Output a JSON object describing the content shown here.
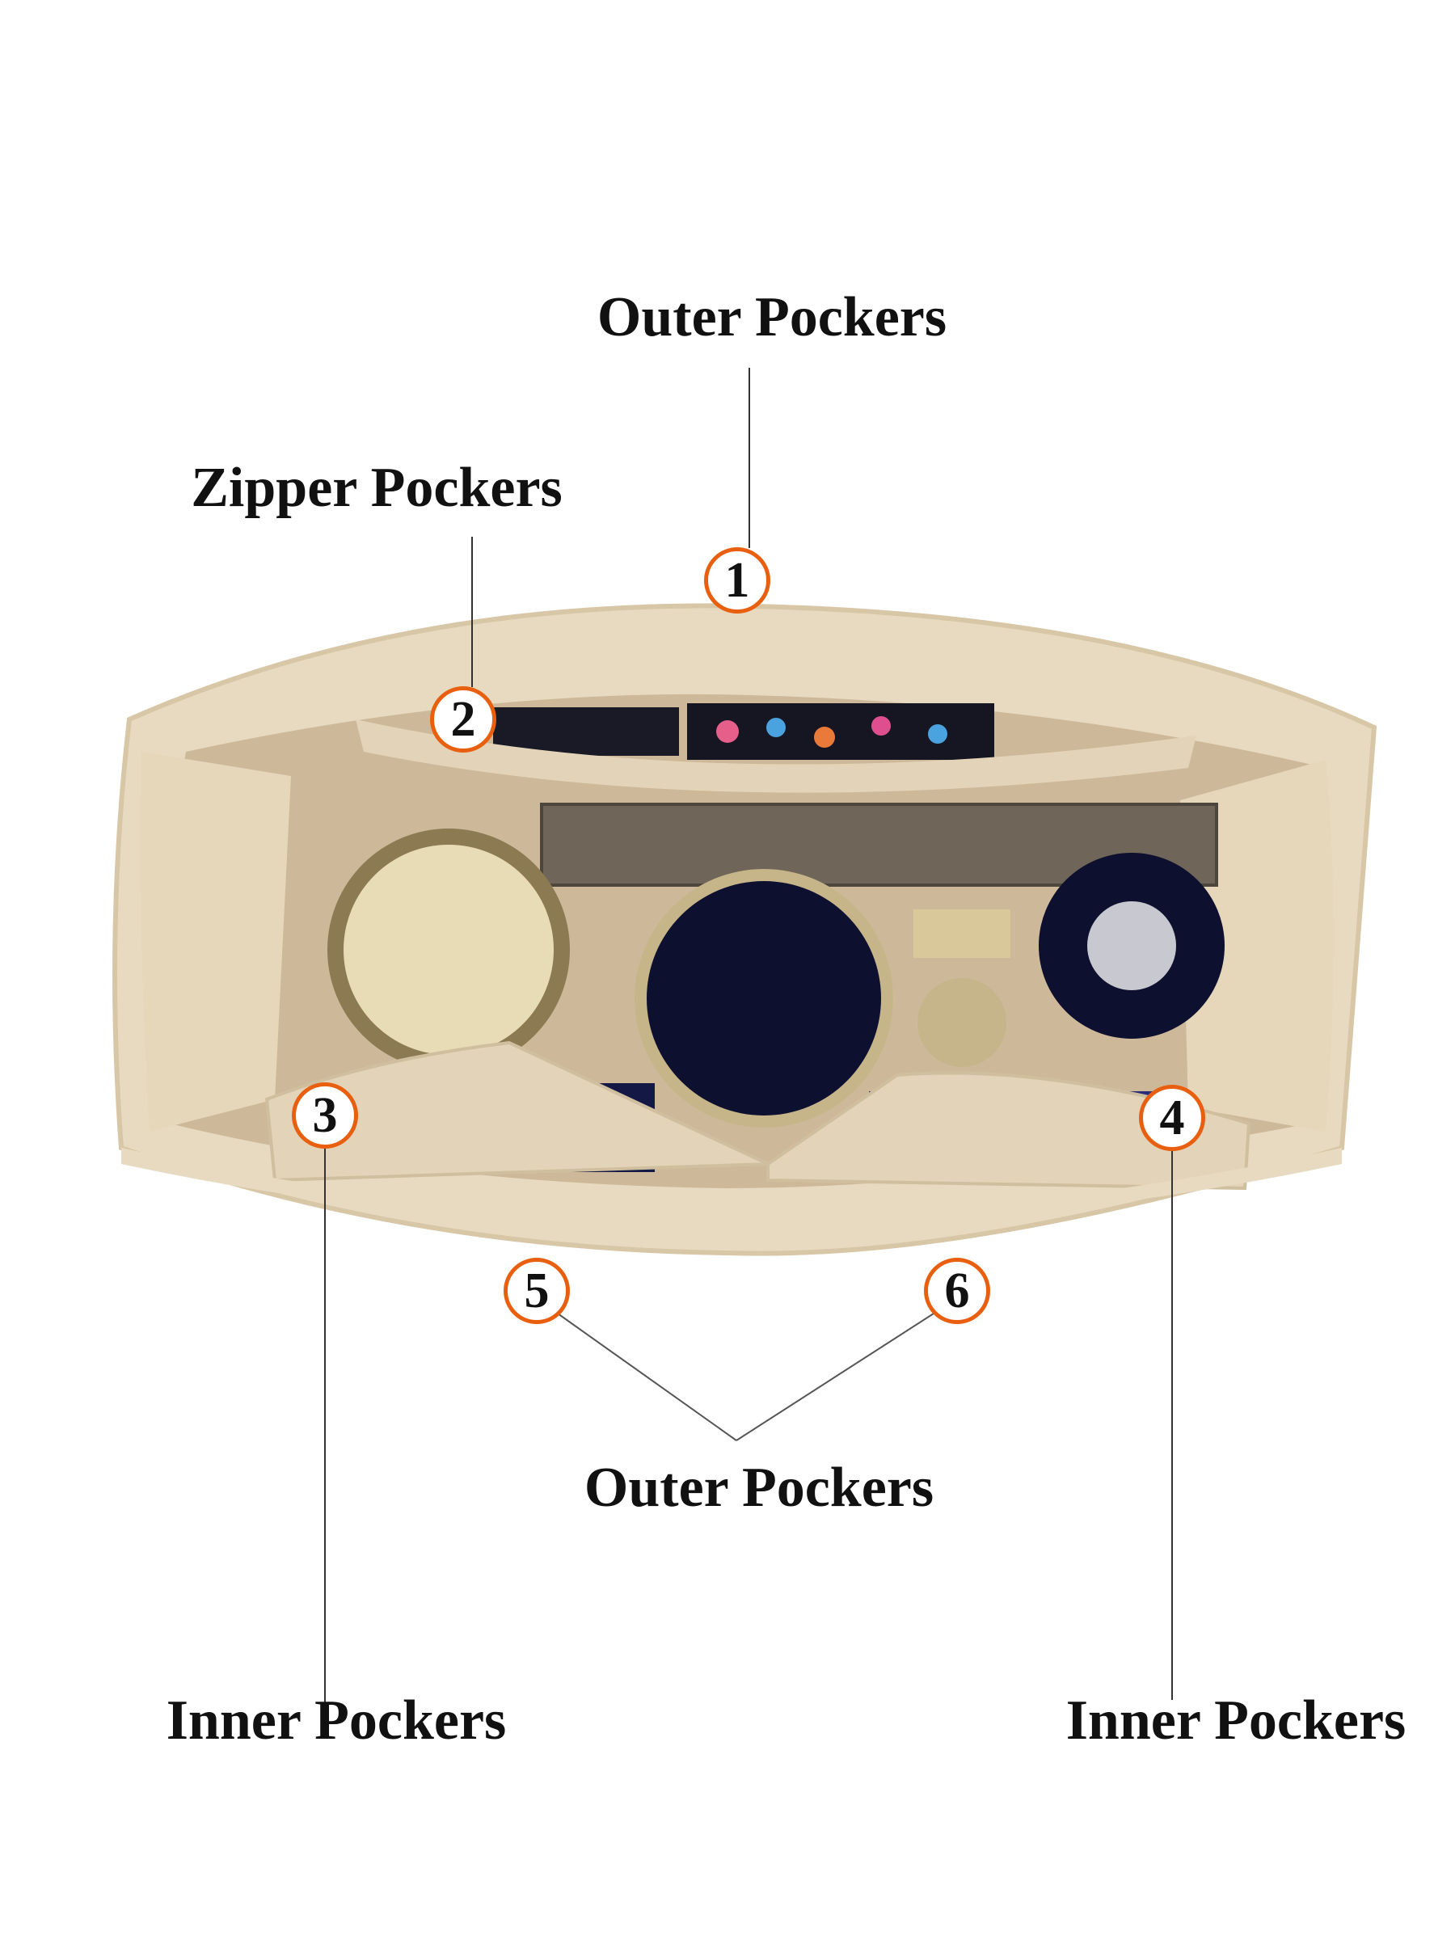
{
  "labels": {
    "outer_top": "Outer Pockers",
    "zipper": "Zipper Pockers",
    "outer_bottom": "Outer Pockers",
    "inner_left": "Inner Pockers",
    "inner_right": "Inner Pockers"
  },
  "badges": [
    "1",
    "2",
    "3",
    "4",
    "5",
    "6"
  ],
  "colors": {
    "accent": "#E8600F",
    "felt": "#E3D3B8",
    "felt_dark": "#C9B595",
    "leader_line": "#333333"
  }
}
